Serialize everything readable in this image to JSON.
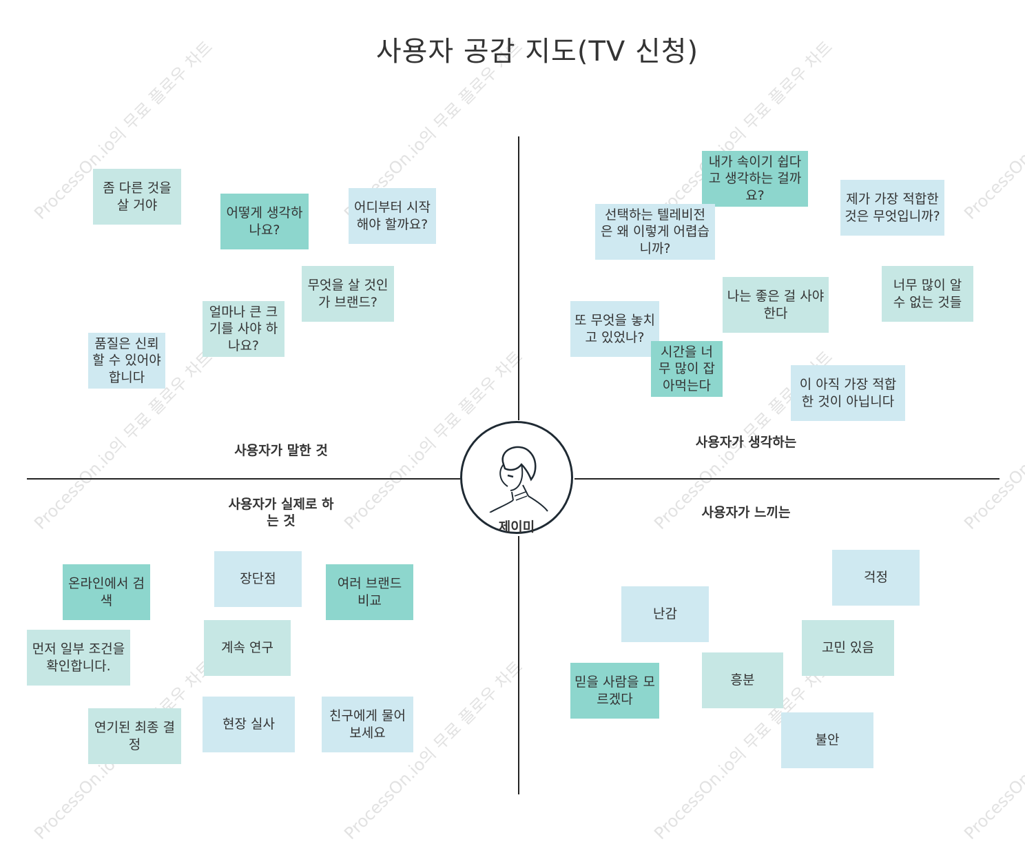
{
  "title": "사용자 공감 지도(TV 신청)",
  "persona": {
    "name": "제이미"
  },
  "quadrants": {
    "says": "사용자가 말한 것",
    "thinks": "사용자가 생각하는",
    "does": "사용자가 실제로 하는 것",
    "feels": "사용자가 느끼는"
  },
  "notes": {
    "says": [
      "좀 다른 것을 살 거야",
      "어떻게 생각하나요?",
      "어디부터 시작해야 할까요?",
      "무엇을 살 것인가 브랜드?",
      "얼마나 큰 크기를 사야 하나요?",
      "품질은 신뢰할 수 있어야 합니다"
    ],
    "thinks": [
      "내가 속이기 쉽다고 생각하는 걸까요?",
      "선택하는 텔레비전은 왜 이렇게 어렵습니까?",
      "제가 가장 적합한 것은 무엇입니까?",
      "너무 많이 알 수 없는 것들",
      "나는 좋은 걸 사야 한다",
      "또 무엇을 놓치고 있었나?",
      "시간을 너무 많이 잡아먹는다",
      "이 아직 가장 적합한 것이 아닙니다"
    ],
    "does": [
      "온라인에서 검색",
      "장단점",
      "여러 브랜드 비교",
      "먼저 일부 조건을 확인합니다.",
      "계속 연구",
      "연기된 최종 결정",
      "현장 실사",
      "친구에게 물어보세요"
    ],
    "feels": [
      "걱정",
      "난감",
      "고민 있음",
      "흥분",
      "믿을 사람을 모르겠다",
      "불안"
    ]
  },
  "watermark": "ProcessOn.io의 무료 플로우 차트",
  "colors": {
    "light": "#cfe9f1",
    "mid": "#c6e7e4",
    "dark": "#8dd6cd",
    "line": "#222222"
  }
}
